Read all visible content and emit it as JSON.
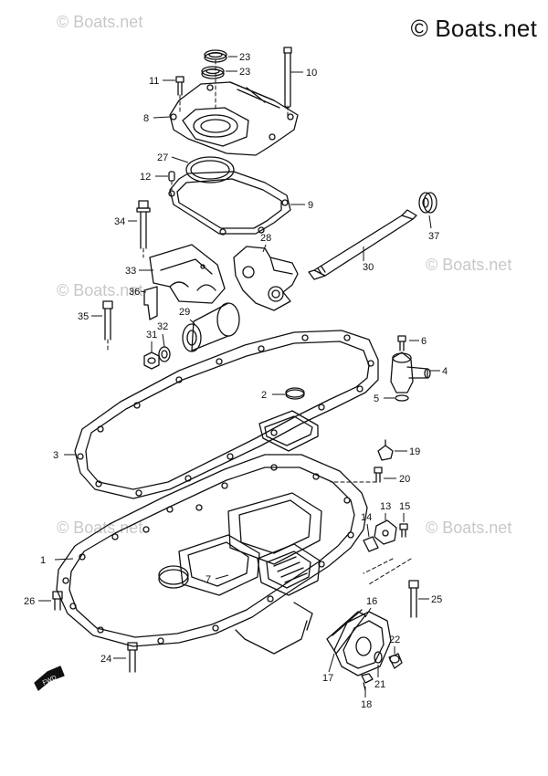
{
  "watermark": {
    "main": "© Boats.net",
    "faint": "© Boats.net"
  },
  "fwd_label": "FWD",
  "callouts": [
    {
      "id": "1",
      "label": "1"
    },
    {
      "id": "2",
      "label": "2"
    },
    {
      "id": "3",
      "label": "3"
    },
    {
      "id": "4",
      "label": "4"
    },
    {
      "id": "5",
      "label": "5"
    },
    {
      "id": "6",
      "label": "6"
    },
    {
      "id": "7",
      "label": "7"
    },
    {
      "id": "8",
      "label": "8"
    },
    {
      "id": "9",
      "label": "9"
    },
    {
      "id": "10",
      "label": "10"
    },
    {
      "id": "11",
      "label": "11"
    },
    {
      "id": "12",
      "label": "12"
    },
    {
      "id": "13",
      "label": "13"
    },
    {
      "id": "14",
      "label": "14"
    },
    {
      "id": "15",
      "label": "15"
    },
    {
      "id": "16",
      "label": "16"
    },
    {
      "id": "17",
      "label": "17"
    },
    {
      "id": "18",
      "label": "18"
    },
    {
      "id": "19",
      "label": "19"
    },
    {
      "id": "20",
      "label": "20"
    },
    {
      "id": "21",
      "label": "21"
    },
    {
      "id": "22",
      "label": "22"
    },
    {
      "id": "23a",
      "label": "23"
    },
    {
      "id": "23b",
      "label": "23"
    },
    {
      "id": "24",
      "label": "24"
    },
    {
      "id": "25",
      "label": "25"
    },
    {
      "id": "26",
      "label": "26"
    },
    {
      "id": "27",
      "label": "27"
    },
    {
      "id": "28",
      "label": "28"
    },
    {
      "id": "29",
      "label": "29"
    },
    {
      "id": "30",
      "label": "30"
    },
    {
      "id": "31",
      "label": "31"
    },
    {
      "id": "32",
      "label": "32"
    },
    {
      "id": "33",
      "label": "33"
    },
    {
      "id": "34",
      "label": "34"
    },
    {
      "id": "35",
      "label": "35"
    },
    {
      "id": "36",
      "label": "36"
    },
    {
      "id": "37",
      "label": "37"
    }
  ]
}
